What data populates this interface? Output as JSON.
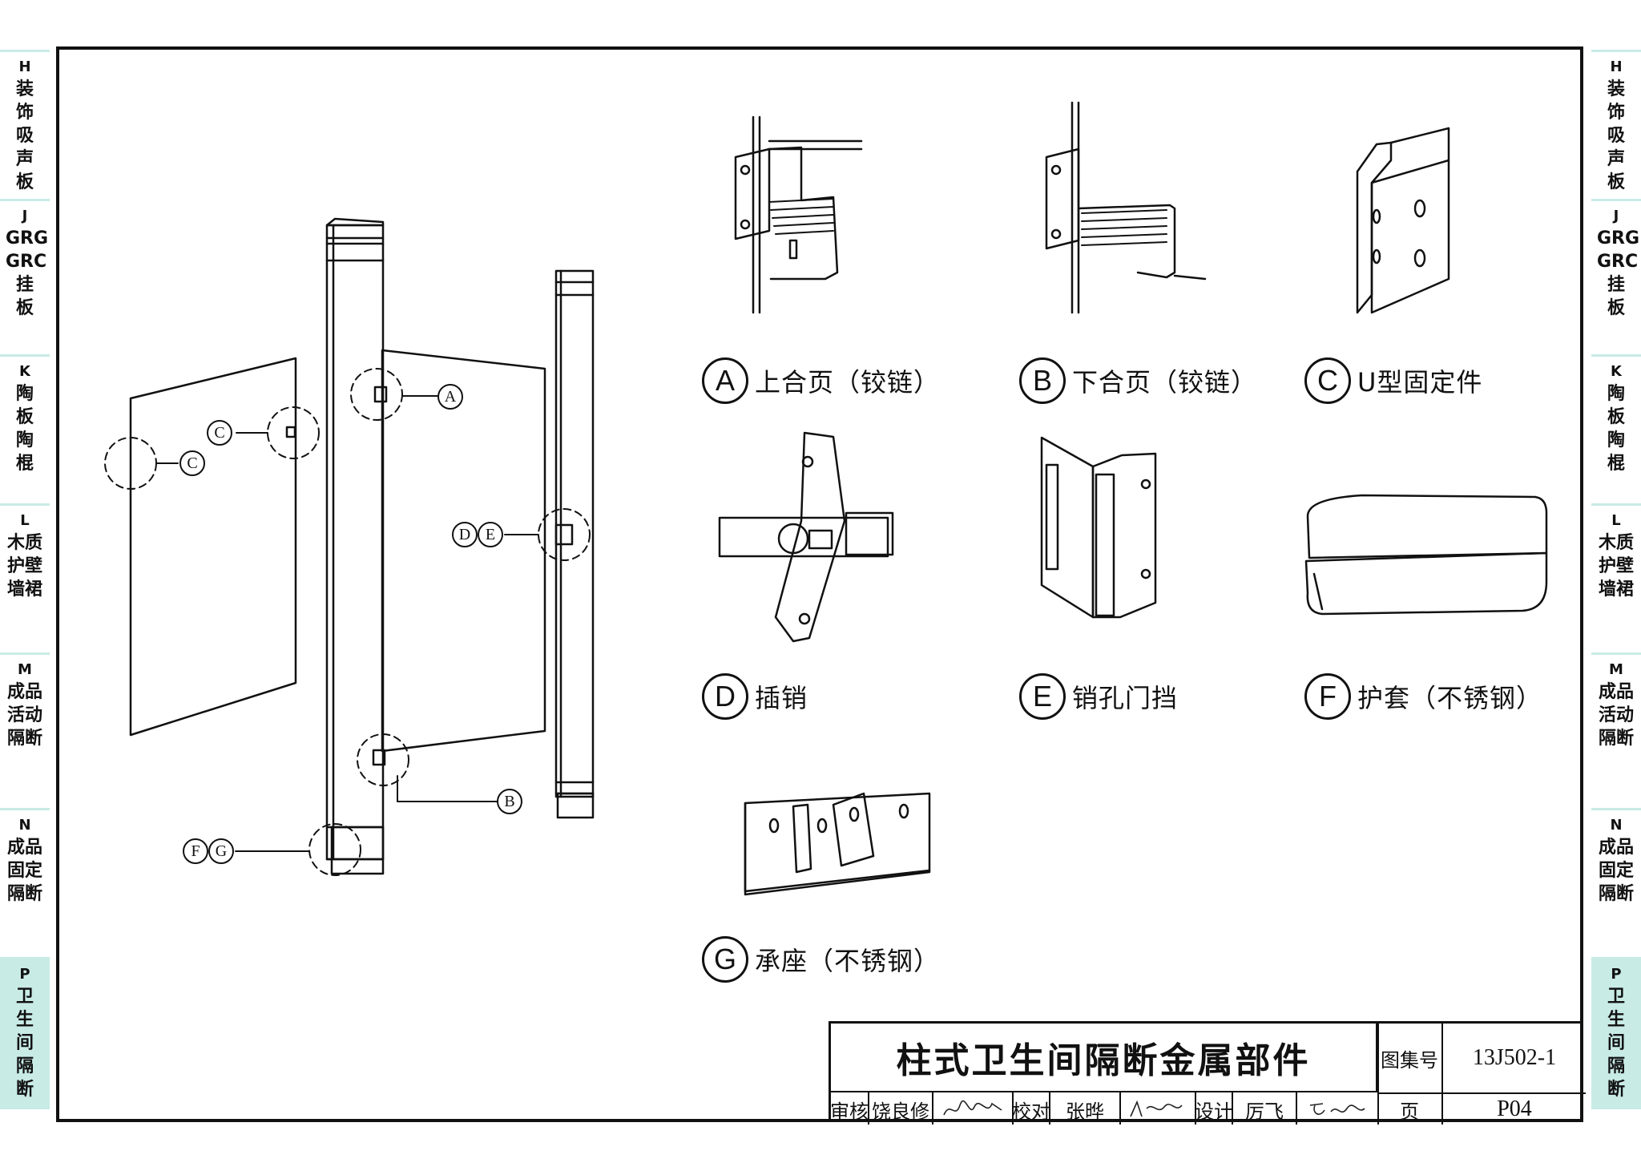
{
  "side_tabs": [
    {
      "code": "H",
      "name": "装\n饰\n吸\n声\n板",
      "active": false
    },
    {
      "code": "J",
      "name": "GRG\nGRC\n挂\n板",
      "active": false
    },
    {
      "code": "K",
      "name": "陶\n板\n陶\n棍",
      "active": false
    },
    {
      "code": "L",
      "name": "木质\n护壁\n墙裙",
      "active": false
    },
    {
      "code": "M",
      "name": "成品\n活动\n隔断",
      "active": false
    },
    {
      "code": "N",
      "name": "成品\n固定\n隔断",
      "active": false
    },
    {
      "code": "P",
      "name": "卫\n生\n间\n隔\n断",
      "active": true
    }
  ],
  "callouts": {
    "a": "A",
    "b": "B",
    "c1": "C",
    "c2": "C",
    "d": "D",
    "e": "E",
    "f": "F",
    "g": "G"
  },
  "parts": [
    {
      "letter": "A",
      "label": "上合页（铰链）"
    },
    {
      "letter": "B",
      "label": "下合页（铰链）"
    },
    {
      "letter": "C",
      "label": "U型固定件"
    },
    {
      "letter": "D",
      "label": "插销"
    },
    {
      "letter": "E",
      "label": "销孔门挡"
    },
    {
      "letter": "F",
      "label": "护套（不锈钢）"
    },
    {
      "letter": "G",
      "label": "承座（不锈钢）"
    }
  ],
  "title_block": {
    "title": "柱式卫生间隔断金属部件",
    "atlas_label": "图集号",
    "atlas_no": "13J502-1",
    "page_label": "页",
    "page_no": "P04",
    "review_label": "审核",
    "reviewer": "饶良修",
    "check_label": "校对",
    "checker": "张晔",
    "design_label": "设计",
    "designer": "厉飞"
  }
}
